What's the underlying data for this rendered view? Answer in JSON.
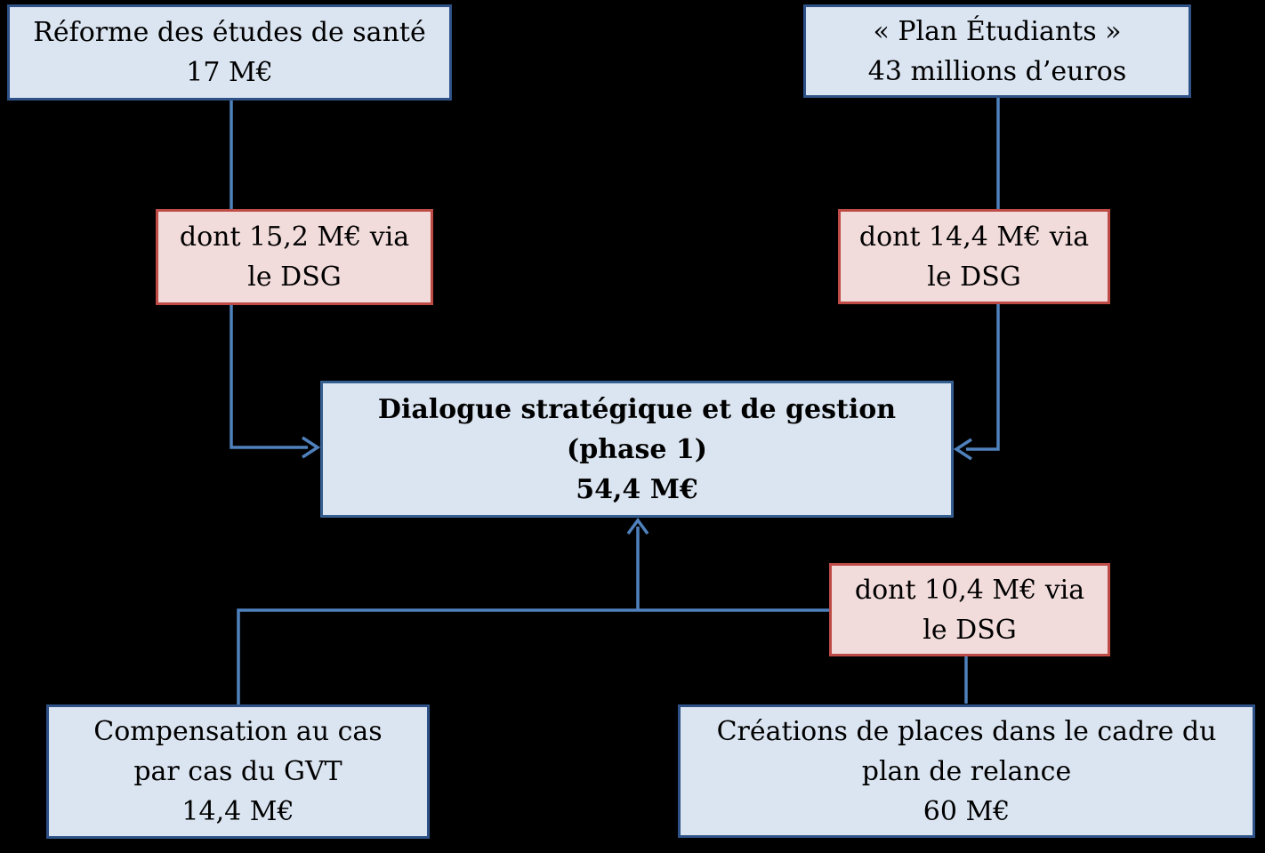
{
  "colors": {
    "background": "#000000",
    "box_fill_blue": "#dbe5f1",
    "box_border_blue": "#2e5287",
    "box_border_blue_center": "#365f91",
    "box_fill_pink": "#f2dcdb",
    "box_border_pink": "#bf4b47",
    "connector": "#4f81bd",
    "text": "#000000"
  },
  "diagram": {
    "nodes": {
      "reforme": {
        "lines": [
          "Réforme des études de santé",
          "17 M€"
        ]
      },
      "plan_etudiants": {
        "lines": [
          "« Plan Étudiants »",
          "43 millions d’euros"
        ]
      },
      "dsg_1": {
        "lines": [
          "dont 15,2 M€ via",
          "le DSG"
        ]
      },
      "dsg_2": {
        "lines": [
          "dont 14,4 M€ via",
          "le DSG"
        ]
      },
      "dialogue": {
        "lines": [
          "Dialogue stratégique et de gestion",
          "(phase 1)",
          "54,4 M€"
        ]
      },
      "dsg_3": {
        "lines": [
          "dont 10,4 M€ via",
          "le DSG"
        ]
      },
      "gvt": {
        "lines": [
          "Compensation au cas",
          "par cas du GVT",
          "14,4 M€"
        ]
      },
      "relance": {
        "lines": [
          "Créations de places dans le cadre du",
          "plan de relance",
          "60 M€"
        ]
      }
    }
  }
}
